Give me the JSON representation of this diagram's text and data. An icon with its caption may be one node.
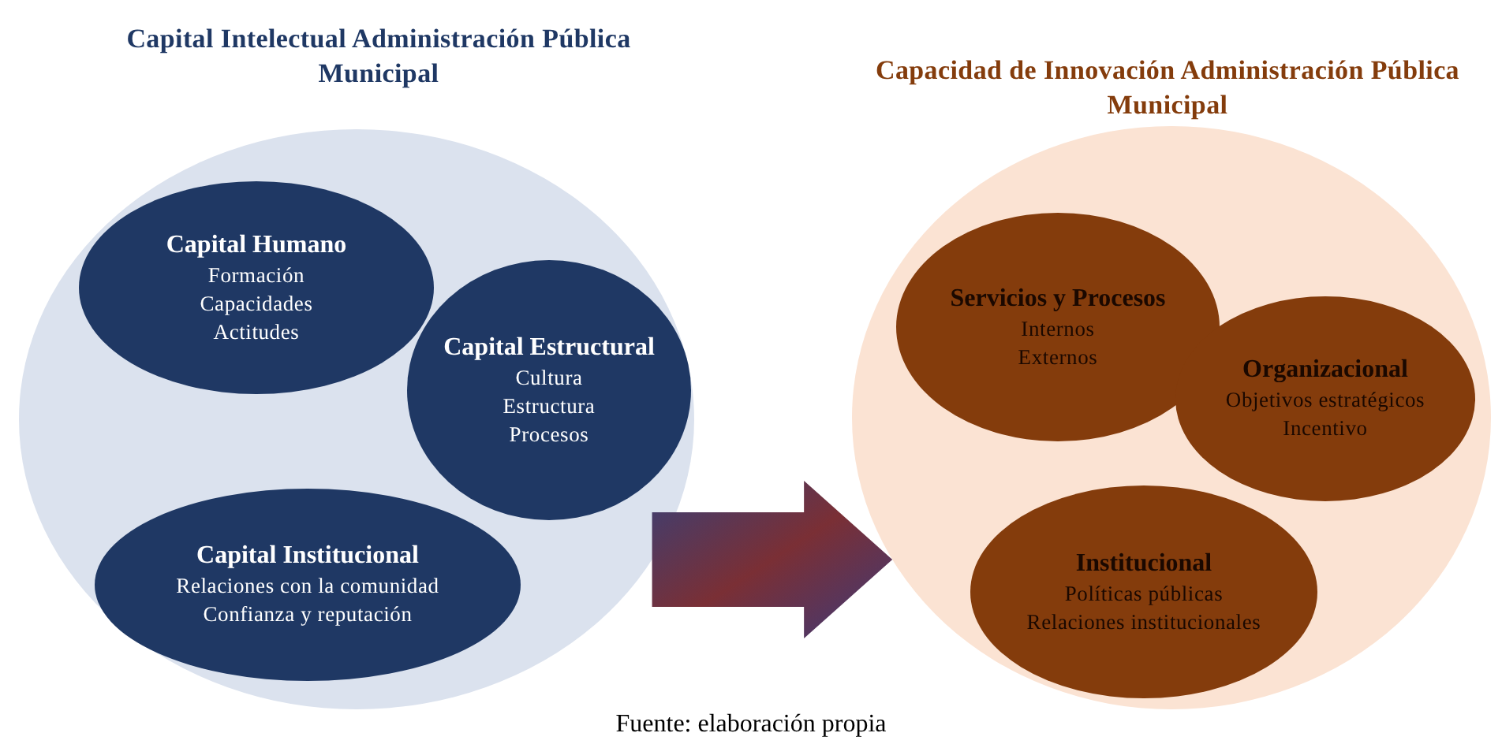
{
  "diagram": {
    "caption": "Fuente: elaboración propia",
    "nodes": [
      {
        "text": [
          "Capital Intelectual Administración Pública Municipal"
        ]
      },
      {
        "text": [
          "Capital Humano",
          "Formación",
          "Capacidades",
          "Actitudes"
        ],
        "in": 0
      },
      {
        "text": [
          "Capital Estructural",
          "Cultura",
          "Estructura",
          "Procesos"
        ],
        "in": 0
      },
      {
        "text": [
          "Capital Institucional",
          "Relaciones con la comunidad",
          "Confianza y reputación"
        ],
        "in": 0
      },
      {
        "text": [
          "Capacidad de Innovación Administración Pública Municipal"
        ]
      },
      {
        "text": [
          "Servicios y Procesos",
          "Internos",
          "Externos"
        ],
        "in": 4
      },
      {
        "text": [
          "Organizacional",
          "Objetivos estratégicos",
          "Incentivo"
        ],
        "in": 4
      },
      {
        "text": [
          "Institucional",
          "Políticas públicas",
          "Relaciones institucionales"
        ],
        "in": 4
      }
    ],
    "edges": [
      {
        "from": 0,
        "to": 4,
        "arrow": "to",
        "style": "thick"
      }
    ]
  }
}
